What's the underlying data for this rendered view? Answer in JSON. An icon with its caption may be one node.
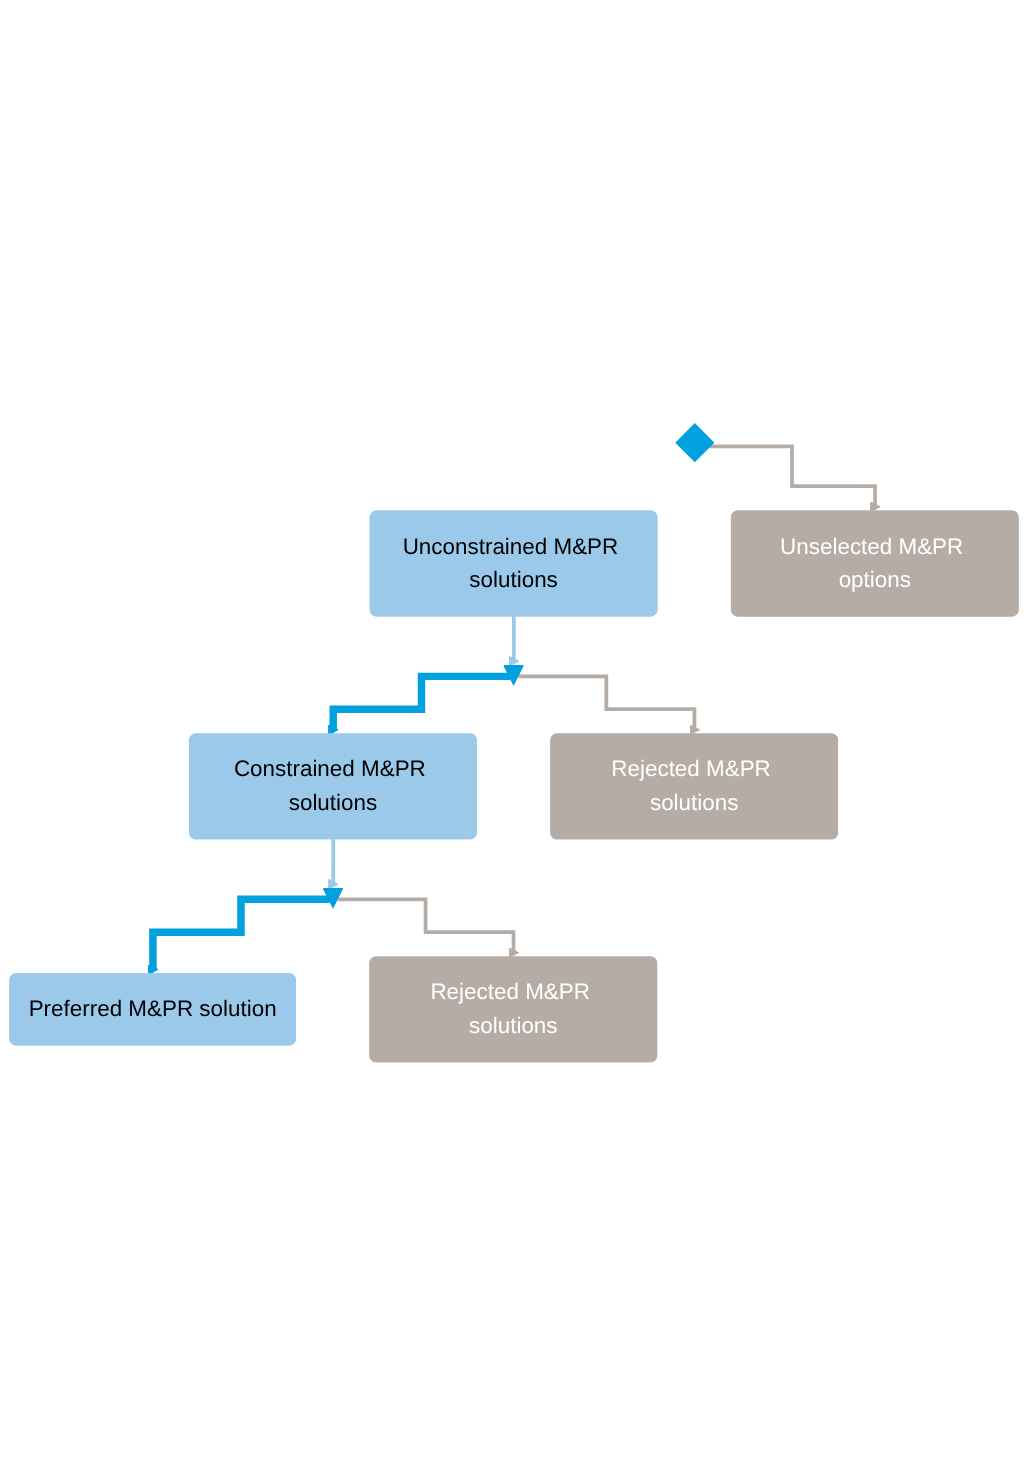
{
  "diagram": {
    "nodes": [
      {
        "text": [],
        "shape": "diamond"
      },
      {
        "text": [
          "Unconstrained M&PR solutions"
        ]
      },
      {
        "text": [
          "Unselected M&PR options"
        ]
      },
      {
        "text": [],
        "shape": "triangle"
      },
      {
        "text": [
          "Constrained M&PR solutions"
        ]
      },
      {
        "text": [
          "Rejected M&PR solutions"
        ]
      },
      {
        "text": [],
        "shape": "triangle"
      },
      {
        "text": [
          "Preferred M&PR solution"
        ]
      },
      {
        "text": [
          "Rejected M&PR solutions"
        ]
      }
    ],
    "edges": [
      {
        "from": 0,
        "to": 2,
        "arrow": "to"
      },
      {
        "from": 1,
        "to": 3,
        "arrow": "to",
        "color": "#9bc9ea"
      },
      {
        "from": 3,
        "to": 4,
        "arrow": "to",
        "style": "thick",
        "color": "#00a1de"
      },
      {
        "from": 3,
        "to": 5,
        "arrow": "to"
      },
      {
        "from": 4,
        "to": 6,
        "arrow": "to",
        "color": "#9bc9ea"
      },
      {
        "from": 6,
        "to": 7,
        "arrow": "to",
        "style": "thick",
        "color": "#00a1de"
      },
      {
        "from": 6,
        "to": 8,
        "arrow": "to"
      }
    ]
  }
}
